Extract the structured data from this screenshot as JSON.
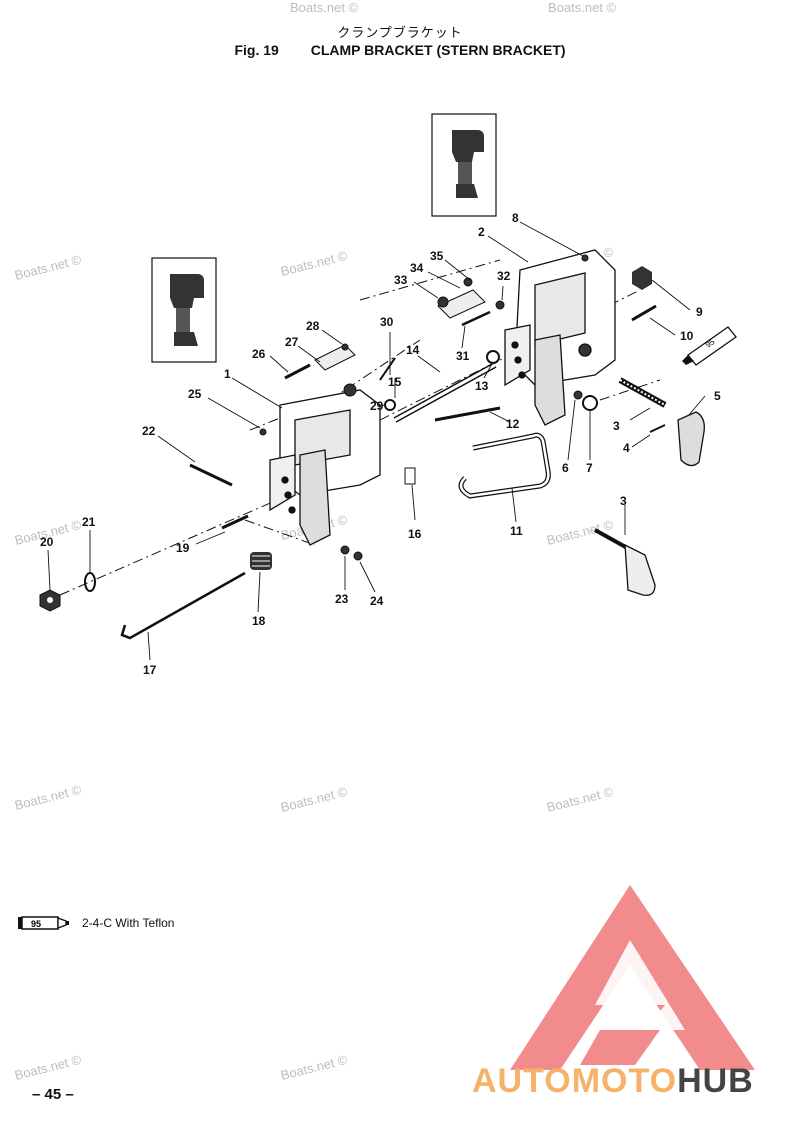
{
  "header": {
    "title_jp": "クランプブラケット",
    "fig_label": "Fig. 19",
    "title_en": "CLAMP BRACKET (STERN BRACKET)"
  },
  "parts": {
    "p1": "1",
    "p2": "2",
    "p3a": "3",
    "p3b": "3",
    "p4": "4",
    "p5": "5",
    "p6": "6",
    "p7": "7",
    "p8": "8",
    "p9": "9",
    "p10": "10",
    "p11": "11",
    "p12": "12",
    "p13": "13",
    "p14": "14",
    "p15": "15",
    "p16": "16",
    "p17": "17",
    "p18": "18",
    "p19": "19",
    "p20": "20",
    "p21": "21",
    "p22": "22",
    "p23": "23",
    "p24": "24",
    "p25": "25",
    "p26": "26",
    "p27": "27",
    "p28": "28",
    "p29": "29",
    "p30": "30",
    "p31": "31",
    "p32": "32",
    "p33": "33",
    "p34": "34",
    "p35": "35"
  },
  "watermarks": {
    "text": "Boats.net ©"
  },
  "legend": {
    "tube_code": "95",
    "text": "2-4-C  With Teflon"
  },
  "footer": {
    "page_number": "– 45 –"
  },
  "logo": {
    "part1": "AUTOMOTO",
    "part2": "HUB"
  },
  "colors": {
    "logo_red": "#f28b8b",
    "logo_orange": "#f6b26b",
    "logo_dark": "#444444",
    "watermark": "#bdbdbd"
  }
}
